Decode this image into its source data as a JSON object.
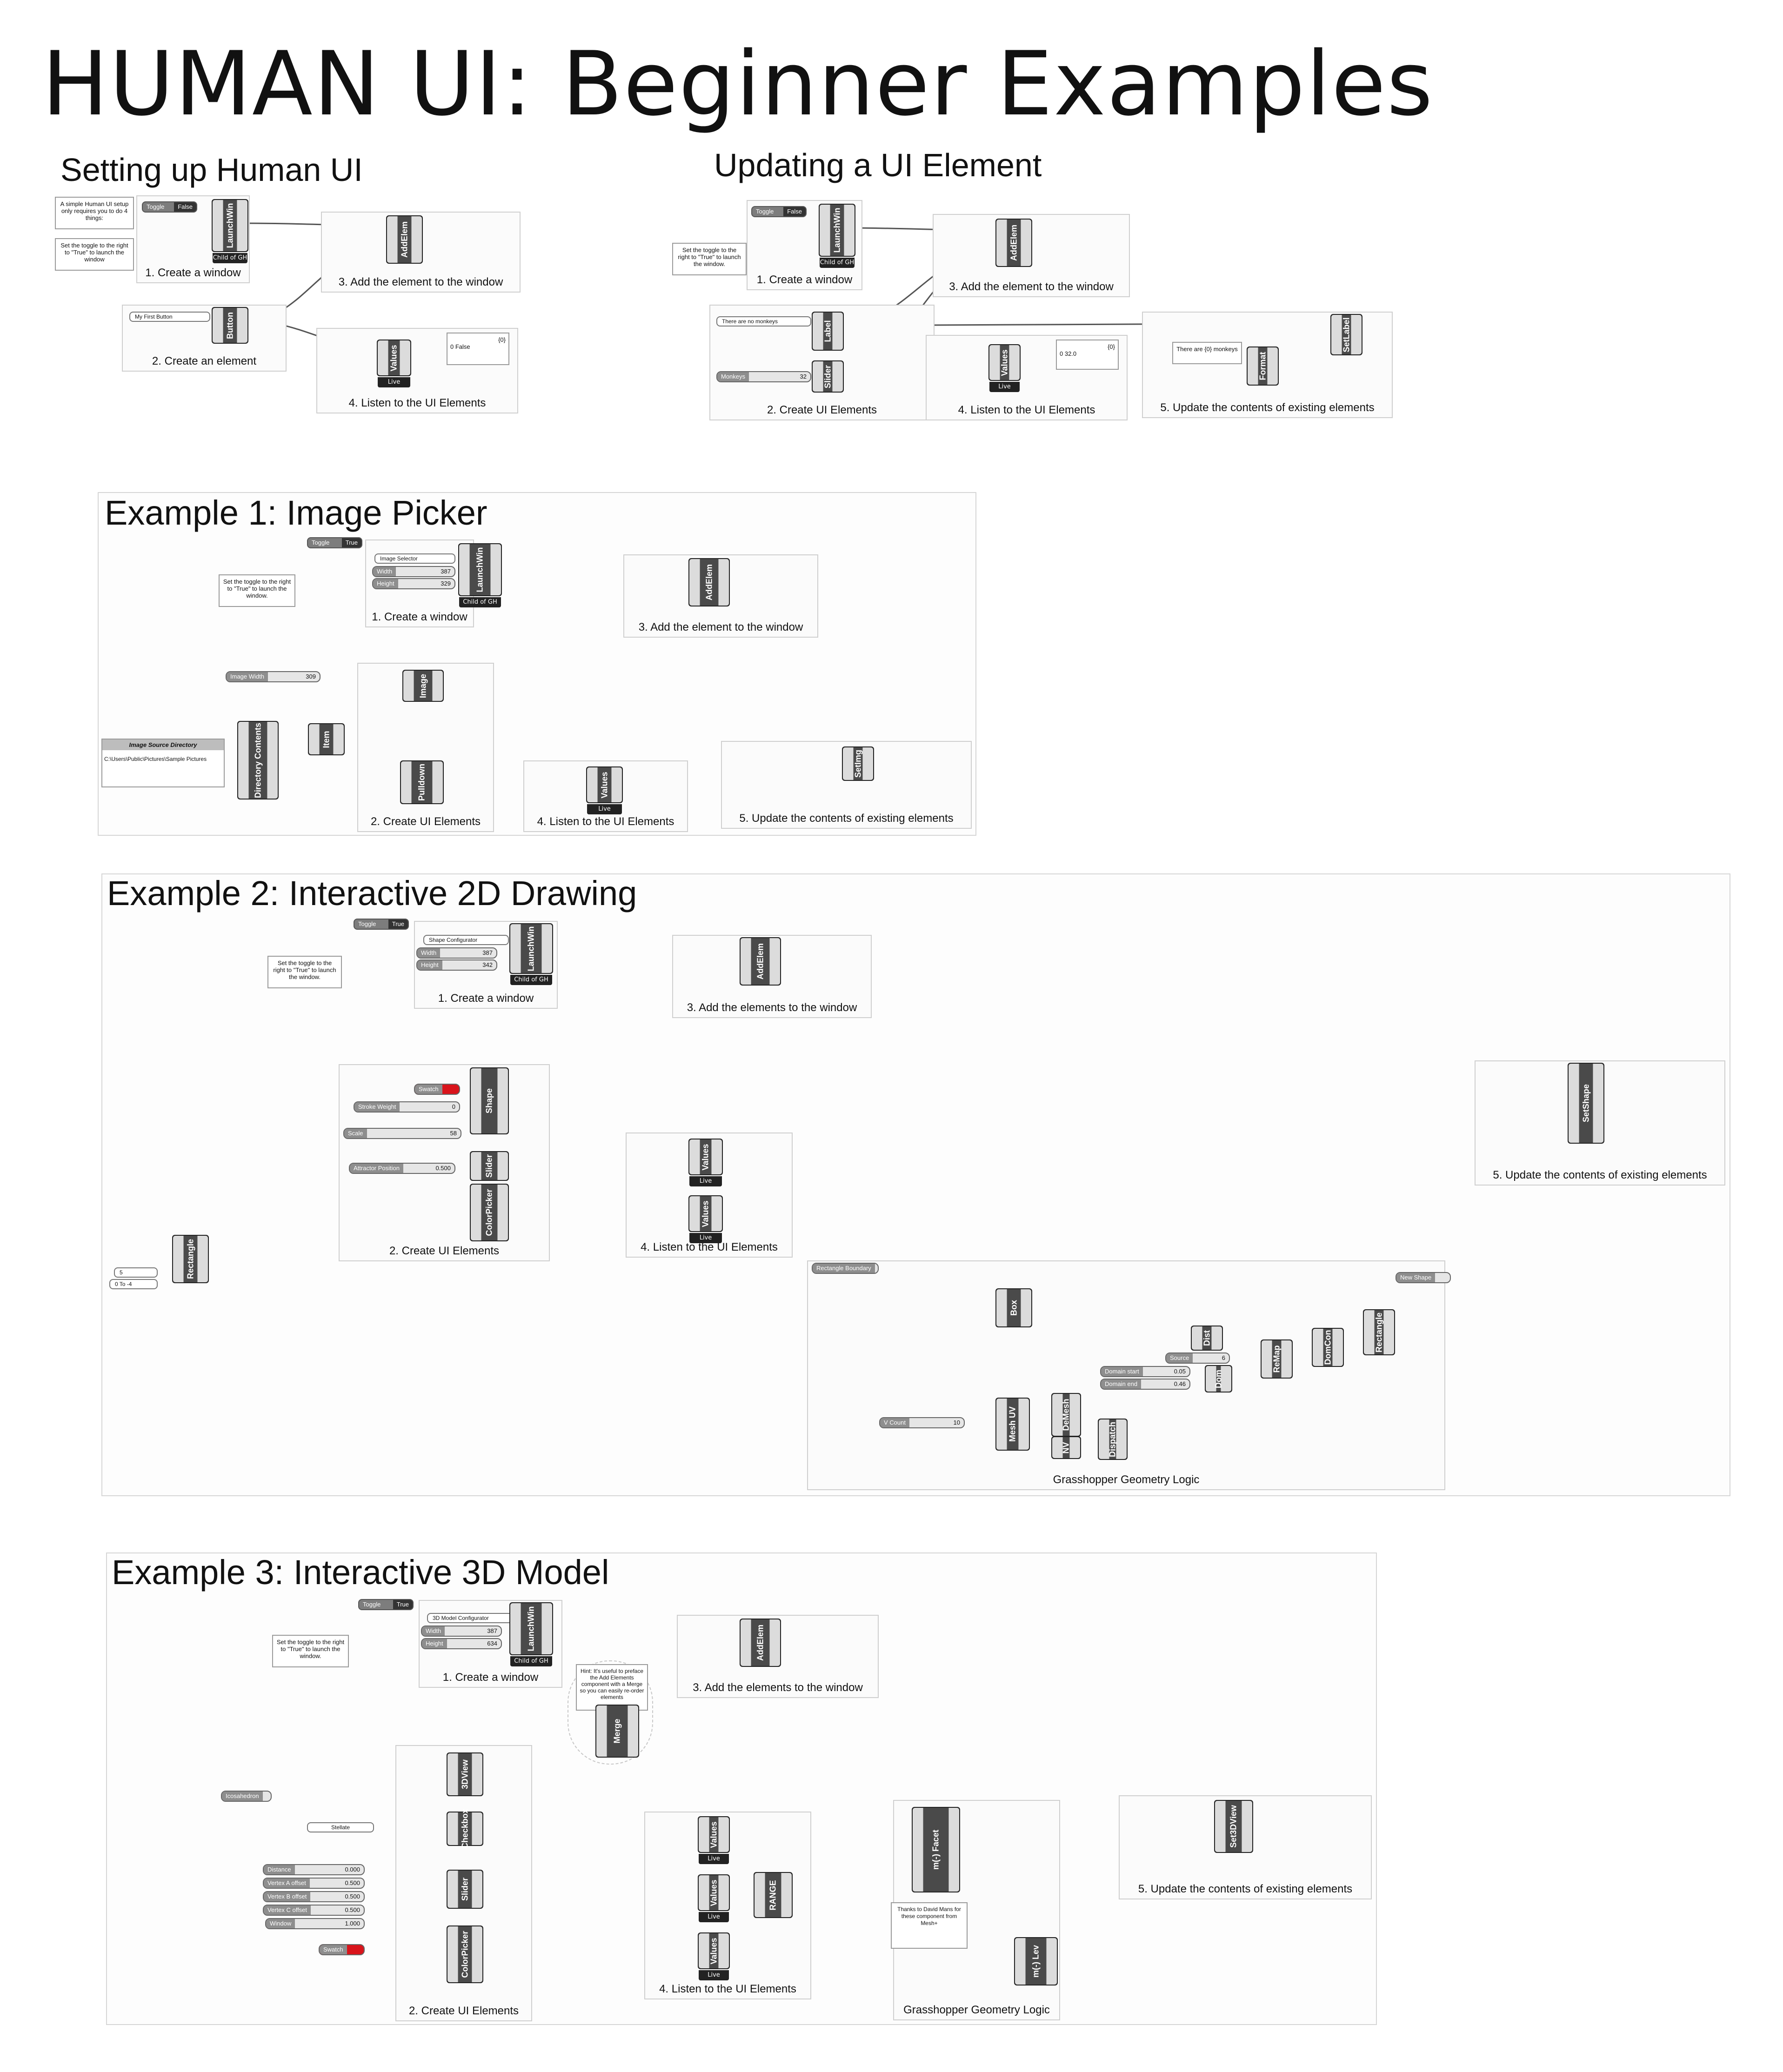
{
  "title": "HUMAN UI: Beginner Examples",
  "setup": {
    "title": "Setting up Human UI",
    "note1": "A simple Human UI setup only requires you to do 4 things:",
    "note2": "Set the toggle to the right to \"True\" to launch the window",
    "toggle_label": "Toggle",
    "toggle_value": "False",
    "launch": "LaunchWin",
    "child_of_gh": "Child of GH",
    "group1": "1. Create a window",
    "add_elem": "AddElem",
    "group3": "3. Add the element to the window",
    "button_text": "My First Button",
    "button_comp": "Button",
    "group2": "2. Create an element",
    "values_comp": "Values",
    "live": "Live",
    "panel_index": "{0}",
    "panel_value": "0 False",
    "group4": "4. Listen to the UI Elements"
  },
  "updating": {
    "title": "Updating a UI Element",
    "note": "Set the toggle to the right to \"True\" to launch the window.",
    "toggle_label": "Toggle",
    "toggle_value": "False",
    "launch": "LaunchWin",
    "child_of_gh": "Child of GH",
    "group1": "1. Create a window",
    "add_elem": "AddElem",
    "group3": "3. Add the element to the window",
    "label_text": "There are no monkeys",
    "label_comp": "Label",
    "monkeys_label": "Monkeys",
    "monkeys_value": "32",
    "slider_comp": "Slider",
    "group2": "2. Create UI Elements",
    "values_comp": "Values",
    "live": "Live",
    "panel_index": "{0}",
    "panel_value": "0 32.0",
    "group4": "4. Listen to the UI Elements",
    "format_text": "There are {0} monkeys",
    "format_comp": "Format",
    "set_label": "SetLabel",
    "group5": "5. Update the contents of existing elements"
  },
  "ex1": {
    "title": "Example 1: Image Picker",
    "note": "Set the toggle to the right to \"True\" to launch the window.",
    "toggle_label": "Toggle",
    "toggle_value": "True",
    "win_name": "Image Selector",
    "width_label": "Width",
    "width_value": "387",
    "height_label": "Height",
    "height_value": "329",
    "launch": "LaunchWin",
    "child_of_gh": "Child of GH",
    "group1": "1. Create a window",
    "add_elem": "AddElem",
    "group3": "3. Add the element to the window",
    "image_width_label": "Image Width",
    "image_width_value": "309",
    "image_comp": "Image",
    "item_comp": "Item",
    "dir_panel_title": "Image Source Directory",
    "dir_path": "C:\\Users\\Public\\Pictures\\Sample Pictures",
    "dir_comp": "Directory Contents",
    "pulldown_comp": "Pulldown",
    "group2": "2. Create UI Elements",
    "values_comp": "Values",
    "live": "Live",
    "group4": "4. Listen to the UI Elements",
    "set_image": "SetImg",
    "group5": "5. Update the contents of existing elements"
  },
  "ex2": {
    "title": "Example 2: Interactive 2D Drawing",
    "note": "Set the toggle to the right to \"True\" to launch the window.",
    "toggle_label": "Toggle",
    "toggle_value": "True",
    "win_name": "Shape Configurator",
    "width_label": "Width",
    "width_value": "387",
    "height_label": "Height",
    "height_value": "342",
    "launch": "LaunchWin",
    "child_of_gh": "Child of GH",
    "group1": "1. Create a window",
    "add_elem": "AddElem",
    "group3": "3. Add the elements to the window",
    "swatch_label": "Swatch",
    "stroke_label": "Stroke Weight",
    "stroke_value": "0",
    "scale_label": "Scale",
    "scale_value": "58",
    "attractor_label": "Attractor Position",
    "attractor_value": "0.500",
    "shape_comp": "Shape",
    "slider_comp": "Slider",
    "colorpicker_comp": "ColorPicker",
    "group2": "2. Create UI Elements",
    "values_comp": "Values",
    "live": "Live",
    "group4": "4. Listen to the UI Elements",
    "set_shape": "SetShape",
    "group5": "5. Update the contents of existing elements",
    "rect_comp": "Rectangle",
    "input_a": "5",
    "input_b": "0 To -4",
    "rect_boundary": "Rectangle Boundary",
    "new_shape": "New Shape",
    "box_comp": "Box",
    "dist_comp": "Dist",
    "source_label": "Source",
    "source_value": "6",
    "domain_start_label": "Domain start",
    "domain_start_value": "0.05",
    "domain_end_label": "Domain end",
    "domain_end_value": "0.46",
    "dom_comp": "Dom",
    "remap_comp": "ReMap",
    "domcon_comp": "DomCon",
    "rectangle2_comp": "Rectangle",
    "v_count_label": "V Count",
    "v_count_value": "10",
    "mesh_uv_comp": "Mesh UV",
    "demesh_comp": "DeMesh",
    "nv_comp": "NV",
    "dispatch_comp": "Dispatch",
    "group_geo": "Grasshopper Geometry Logic"
  },
  "ex3": {
    "title": "Example 3: Interactive 3D Model",
    "note": "Set the toggle to the right to \"True\" to launch the window.",
    "toggle_label": "Toggle",
    "toggle_value": "True",
    "win_name": "3D Model Configurator",
    "width_label": "Width",
    "width_value": "387",
    "height_label": "Height",
    "height_value": "634",
    "launch": "LaunchWin",
    "child_of_gh": "Child of GH",
    "group1": "1. Create a window",
    "hint": "Hint: It's useful to preface the Add Elements component with a Merge so you can easily re-order elements",
    "merge_comp": "Merge",
    "add_elem": "AddElem",
    "group3": "3. Add the elements to the window",
    "view3d_comp": "3DView",
    "icosa_label": "Icosahedron",
    "stellate_text": "Stellate",
    "checkbox_comp": "Checkbox",
    "distance_label": "Distance",
    "distance_value": "0.000",
    "vertex_a_label": "Vertex A offset",
    "vertex_a_value": "0.500",
    "vertex_b_label": "Vertex B offset",
    "vertex_b_value": "0.500",
    "vertex_c_label": "Vertex C offset",
    "vertex_c_value": "0.500",
    "window_label": "Window",
    "window_value": "1.000",
    "swatch_label": "Swatch",
    "slider_comp": "Slider",
    "colorpicker_comp": "ColorPicker",
    "group2": "2. Create UI Elements",
    "values_comp": "Values",
    "live": "Live",
    "group4": "4. Listen to the UI Elements",
    "range_comp": "RANGE",
    "facet_comp": "m(-) Facet",
    "thanks": "Thanks to David Mans for these component from Mesh+",
    "mesh2_comp": "m(-) Lev",
    "set3d": "Set3DView",
    "group5": "5. Update the contents of existing elements",
    "group_geo": "Grasshopper Geometry Logic"
  }
}
